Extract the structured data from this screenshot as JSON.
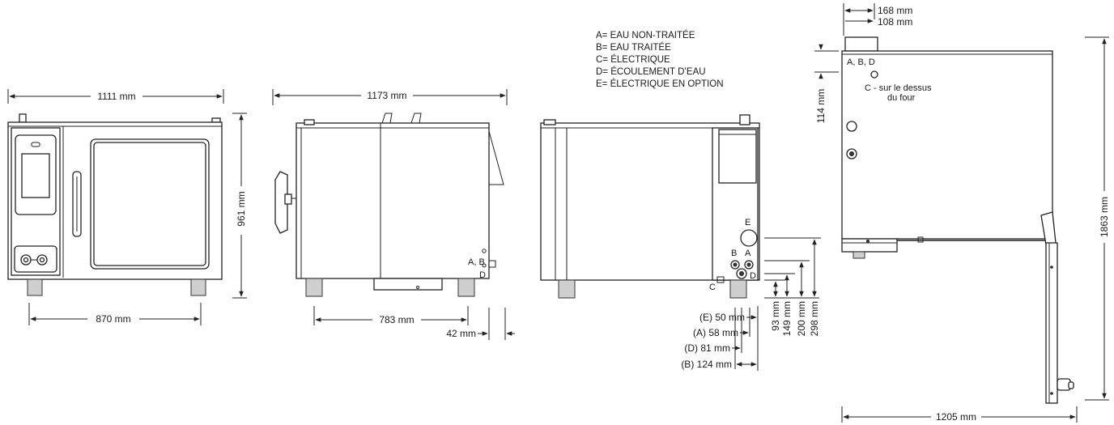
{
  "legend": {
    "a": "A= EAU NON-TRAITÉE",
    "b": "B= EAU TRAITÉE",
    "c": "C= ÉLECTRIQUE",
    "d": "D= ÉCOULEMENT D’EAU",
    "e": "E= ÉLECTRIQUE EN OPTION"
  },
  "front_view": {
    "width": "1111 mm",
    "height": "961 mm",
    "feet_span": "870 mm"
  },
  "side_view": {
    "depth": "1173 mm",
    "feet_span": "783 mm",
    "offset": "42 mm",
    "label_ab": "A, B",
    "label_d": "D"
  },
  "rear_view": {
    "label_e": "E",
    "label_b": "B",
    "label_a": "A",
    "label_c": "C",
    "label_d": "D",
    "h_e": "(E) 50 mm",
    "h_a": "(A) 58 mm",
    "h_d": "(D) 81 mm",
    "h_b": "(B) 124 mm",
    "v_93": "93 mm",
    "v_149": "149 mm",
    "v_200": "200 mm",
    "v_298": "298 mm"
  },
  "top_view": {
    "d168": "168 mm",
    "d108": "108 mm",
    "d114": "114 mm",
    "label_abd": "A, B, D",
    "label_c1": "C - sur le dessus",
    "label_c2": "du four",
    "d1863": "1863 mm",
    "d1205": "1205 mm"
  }
}
